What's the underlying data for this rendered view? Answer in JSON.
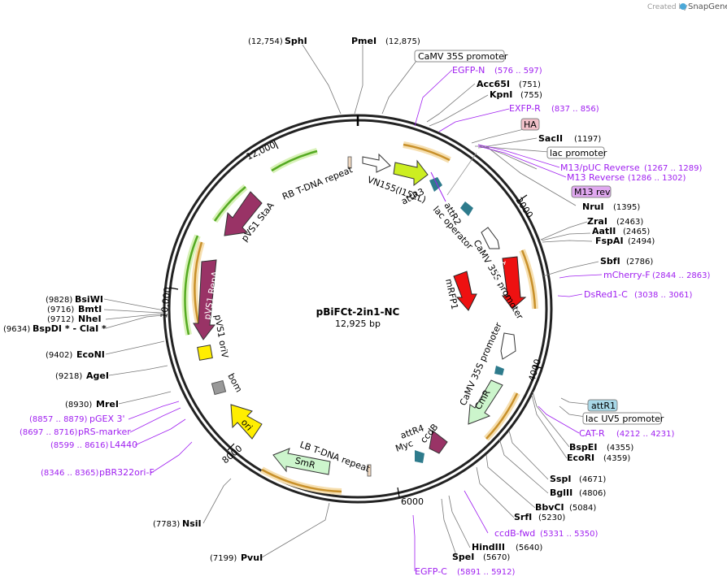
{
  "header": {
    "created_by": "Created by",
    "brand": "SnapGene"
  },
  "plasmid": {
    "name": "pBiFCt-2in1-NC",
    "size": "12,925 bp"
  },
  "ticks": [
    "2000",
    "4000",
    "6000",
    "8000",
    "10,000",
    "12,000"
  ],
  "enzymes": [
    {
      "name": "SphI",
      "pos": "(12,754)"
    },
    {
      "name": "PmeI",
      "pos": "(12,875)"
    },
    {
      "name": "Acc65I",
      "pos": "(751)"
    },
    {
      "name": "KpnI",
      "pos": "(755)"
    },
    {
      "name": "SacII",
      "pos": "(1197)"
    },
    {
      "name": "NruI",
      "pos": "(1395)"
    },
    {
      "name": "ZraI",
      "pos": "(2463)"
    },
    {
      "name": "AatII",
      "pos": "(2465)"
    },
    {
      "name": "FspAI",
      "pos": "(2494)"
    },
    {
      "name": "SbfI",
      "pos": "(2786)"
    },
    {
      "name": "BspEI",
      "pos": "(4355)"
    },
    {
      "name": "EcoRI",
      "pos": "(4359)"
    },
    {
      "name": "SspI",
      "pos": "(4671)"
    },
    {
      "name": "BglII",
      "pos": "(4806)"
    },
    {
      "name": "BbvCI",
      "pos": "(5084)"
    },
    {
      "name": "SrfI",
      "pos": "(5230)"
    },
    {
      "name": "HindIII",
      "pos": "(5640)"
    },
    {
      "name": "SpeI",
      "pos": "(5670)"
    },
    {
      "name": "PvuI",
      "pos": "(7199)"
    },
    {
      "name": "NsiI",
      "pos": "(7783)"
    },
    {
      "name": "MreI",
      "pos": "(8930)"
    },
    {
      "name": "AgeI",
      "pos": "(9218)"
    },
    {
      "name": "EcoNI",
      "pos": "(9402)"
    },
    {
      "name": "BspDI * - ClaI *",
      "pos": "(9634)"
    },
    {
      "name": "NheI",
      "pos": "(9712)"
    },
    {
      "name": "BmtI",
      "pos": "(9716)"
    },
    {
      "name": "BsiWI",
      "pos": "(9828)"
    }
  ],
  "primers": [
    {
      "name": "EGFP-N",
      "pos": "(576 .. 597)"
    },
    {
      "name": "EXFP-R",
      "pos": "(837 .. 856)"
    },
    {
      "name": "M13/pUC Reverse",
      "pos": "(1267 .. 1289)"
    },
    {
      "name": "M13 Reverse",
      "pos": "(1286 .. 1302)"
    },
    {
      "name": "mCherry-F",
      "pos": "(2844 .. 2863)"
    },
    {
      "name": "DsRed1-C",
      "pos": "(3038 .. 3061)"
    },
    {
      "name": "CAT-R",
      "pos": "(4212 .. 4231)"
    },
    {
      "name": "ccdB-fwd",
      "pos": "(5331 .. 5350)"
    },
    {
      "name": "EGFP-C",
      "pos": "(5891 .. 5912)"
    },
    {
      "name": "pBR322ori-F",
      "pos": "(8346 .. 8365)"
    },
    {
      "name": "L4440",
      "pos": "(8599 .. 8616)"
    },
    {
      "name": "pRS-marker",
      "pos": "(8697 .. 8716)"
    },
    {
      "name": "pGEX 3'",
      "pos": "(8857 .. 8879)"
    }
  ],
  "boxed_labels": {
    "camv_top": "CaMV 35S promoter",
    "ha": "HA",
    "lac_promoter": "lac promoter",
    "m13_rev": "M13 rev",
    "attr1": "attR1",
    "lac_uv5": "lac UV5 promoter"
  },
  "features": {
    "vn155": "VN155(I152L)",
    "attr3": "attR3",
    "attr2": "attR2",
    "lac_operator": "lac operator",
    "camv2": "CaMV 35S promoter",
    "mrfp1_a": "mRFP1",
    "mrfp1_b": "mRFP1",
    "camv3": "CaMV 35S promoter",
    "cmr": "CmR",
    "ccdb": "ccdB",
    "attr4": "attR4",
    "myc": "Myc",
    "lb": "LB T-DNA repeat",
    "smr": "SmR",
    "ori": "ori",
    "bom": "bom",
    "pvs1_oriv": "pVS1 oriV",
    "pvs1_repa": "pVS1 RepA",
    "pvs1_staa": "pVS1 StaA",
    "rb": "RB T-DNA repeat"
  },
  "colors": {
    "backbone": "#222222",
    "yellow_green": "#ccee22",
    "teal": "#2e7b8c",
    "red": "#ee1111",
    "maroon": "#993366",
    "light_green": "#ccf5cc",
    "yellow": "#ffee00",
    "primer": "#a020f0",
    "orf": "#c8902a",
    "orf_green": "#55aa22",
    "highlight_orange": "#f6dfb0",
    "highlight_green": "#d8f2b8"
  }
}
